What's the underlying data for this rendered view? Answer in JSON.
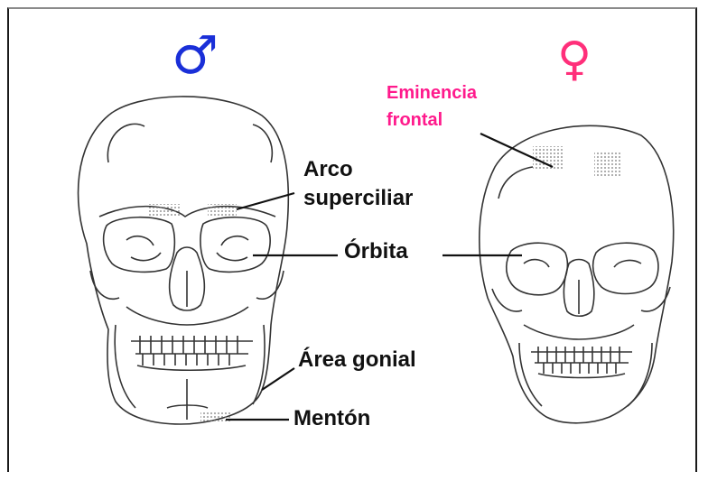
{
  "symbols": {
    "male": "♂",
    "female": "♀",
    "male_color": "#1a2fd8",
    "female_color": "#ff2f7a"
  },
  "labels": {
    "eminencia_line1": "Eminencia",
    "eminencia_line2": "frontal",
    "arco_line1": "Arco",
    "arco_line2": "superciliar",
    "orbita": "Órbita",
    "area_gonial": "Área gonial",
    "menton": "Mentón"
  },
  "colors": {
    "label_text": "#111111",
    "highlight_text": "#ff1a8c",
    "stroke": "#333333"
  }
}
